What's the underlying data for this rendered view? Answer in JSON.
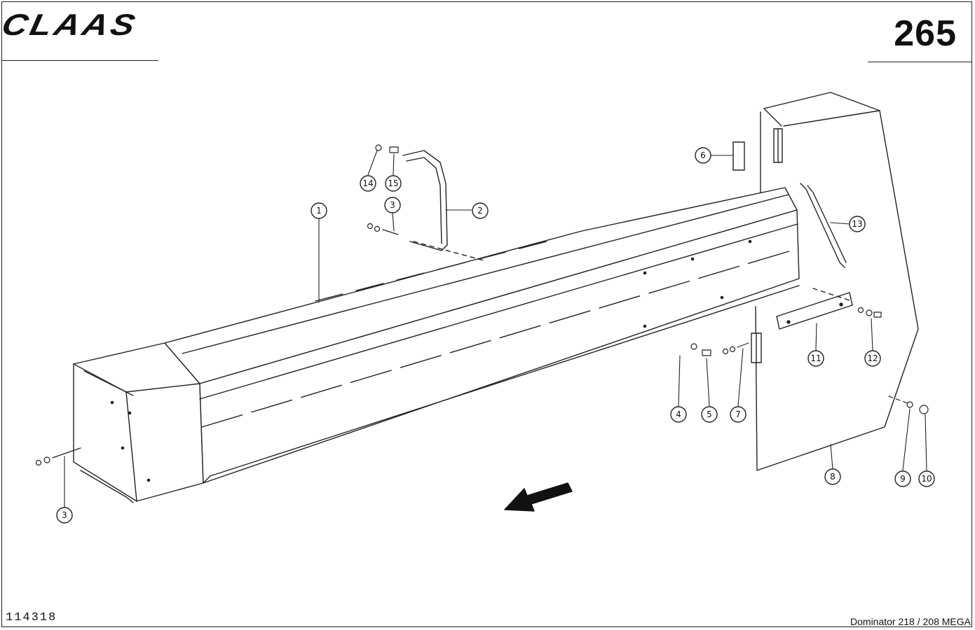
{
  "header": {
    "brand": "CLAAS",
    "page_number": "265"
  },
  "footer": {
    "drawing_code": "114318",
    "model": "Dominator 218 / 208 MEGA"
  },
  "callouts": [
    {
      "label": "1"
    },
    {
      "label": "2"
    },
    {
      "label": "3"
    },
    {
      "label": "3"
    },
    {
      "label": "4"
    },
    {
      "label": "5"
    },
    {
      "label": "6"
    },
    {
      "label": "7"
    },
    {
      "label": "8"
    },
    {
      "label": "9"
    },
    {
      "label": "10"
    },
    {
      "label": "11"
    },
    {
      "label": "12"
    },
    {
      "label": "13"
    },
    {
      "label": "14"
    },
    {
      "label": "15"
    }
  ]
}
